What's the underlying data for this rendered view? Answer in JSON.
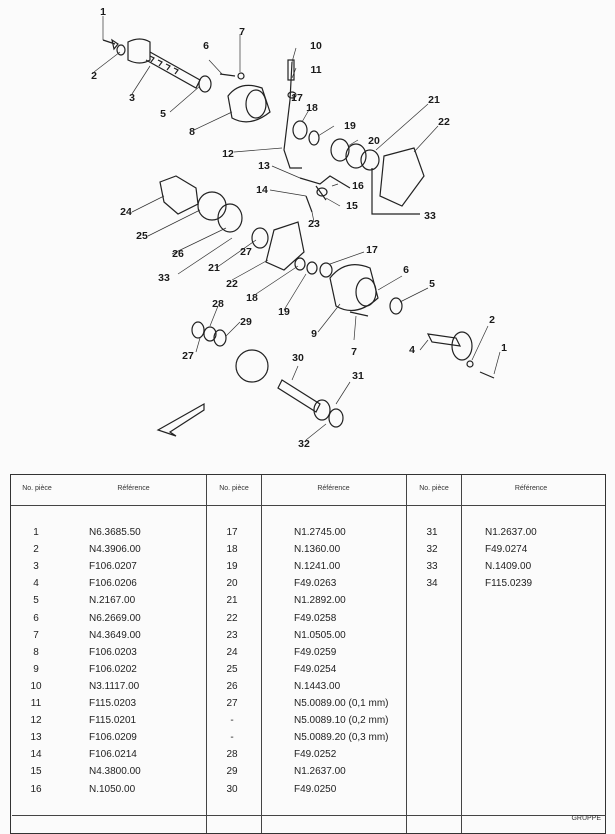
{
  "diagram": {
    "callouts": [
      "1",
      "2",
      "3",
      "5",
      "6",
      "7",
      "8",
      "10",
      "11",
      "17",
      "18",
      "19",
      "20",
      "21",
      "22",
      "12",
      "13",
      "16",
      "14",
      "15",
      "23",
      "33",
      "24",
      "25",
      "26",
      "21",
      "33",
      "27",
      "22",
      "18",
      "17",
      "6",
      "5",
      "19",
      "9",
      "7",
      "2",
      "1",
      "4",
      "28",
      "29",
      "27",
      "30",
      "31",
      "32"
    ]
  },
  "table": {
    "headers": [
      "No. pièce",
      "Référence"
    ],
    "columns": [
      {
        "nums": [
          "1",
          "2",
          "3",
          "4",
          "5",
          "6",
          "7",
          "8",
          "9",
          "10",
          "11",
          "12",
          "13",
          "14",
          "15",
          "16"
        ],
        "refs": [
          "N6.3685.50",
          "N4.3906.00",
          "F106.0207",
          "F106.0206",
          "N.2167.00",
          "N6.2669.00",
          "N4.3649.00",
          "F106.0203",
          "F106.0202",
          "N3.1117.00",
          "F115.0203",
          "F115.0201",
          "F106.0209",
          "F106.0214",
          "N4.3800.00",
          "N.1050.00"
        ]
      },
      {
        "nums": [
          "17",
          "18",
          "19",
          "20",
          "21",
          "22",
          "23",
          "24",
          "25",
          "26",
          "27",
          "-",
          "-",
          "28",
          "29",
          "30"
        ],
        "refs": [
          "N1.2745.00",
          "N.1360.00",
          "N.1241.00",
          "F49.0263",
          "N1.2892.00",
          "F49.0258",
          "N1.0505.00",
          "F49.0259",
          "F49.0254",
          "N.1443.00",
          "N5.0089.00 (0,1 mm)",
          "N5.0089.10 (0,2 mm)",
          "N5.0089.20 (0,3 mm)",
          "F49.0252",
          "N1.2637.00",
          "F49.0250"
        ]
      },
      {
        "nums": [
          "31",
          "32",
          "33",
          "34"
        ],
        "refs": [
          "N1.2637.00",
          "F49.0274",
          "N.1409.00",
          "F115.0239"
        ]
      }
    ]
  },
  "footer": {
    "text": "GRUPPE"
  }
}
